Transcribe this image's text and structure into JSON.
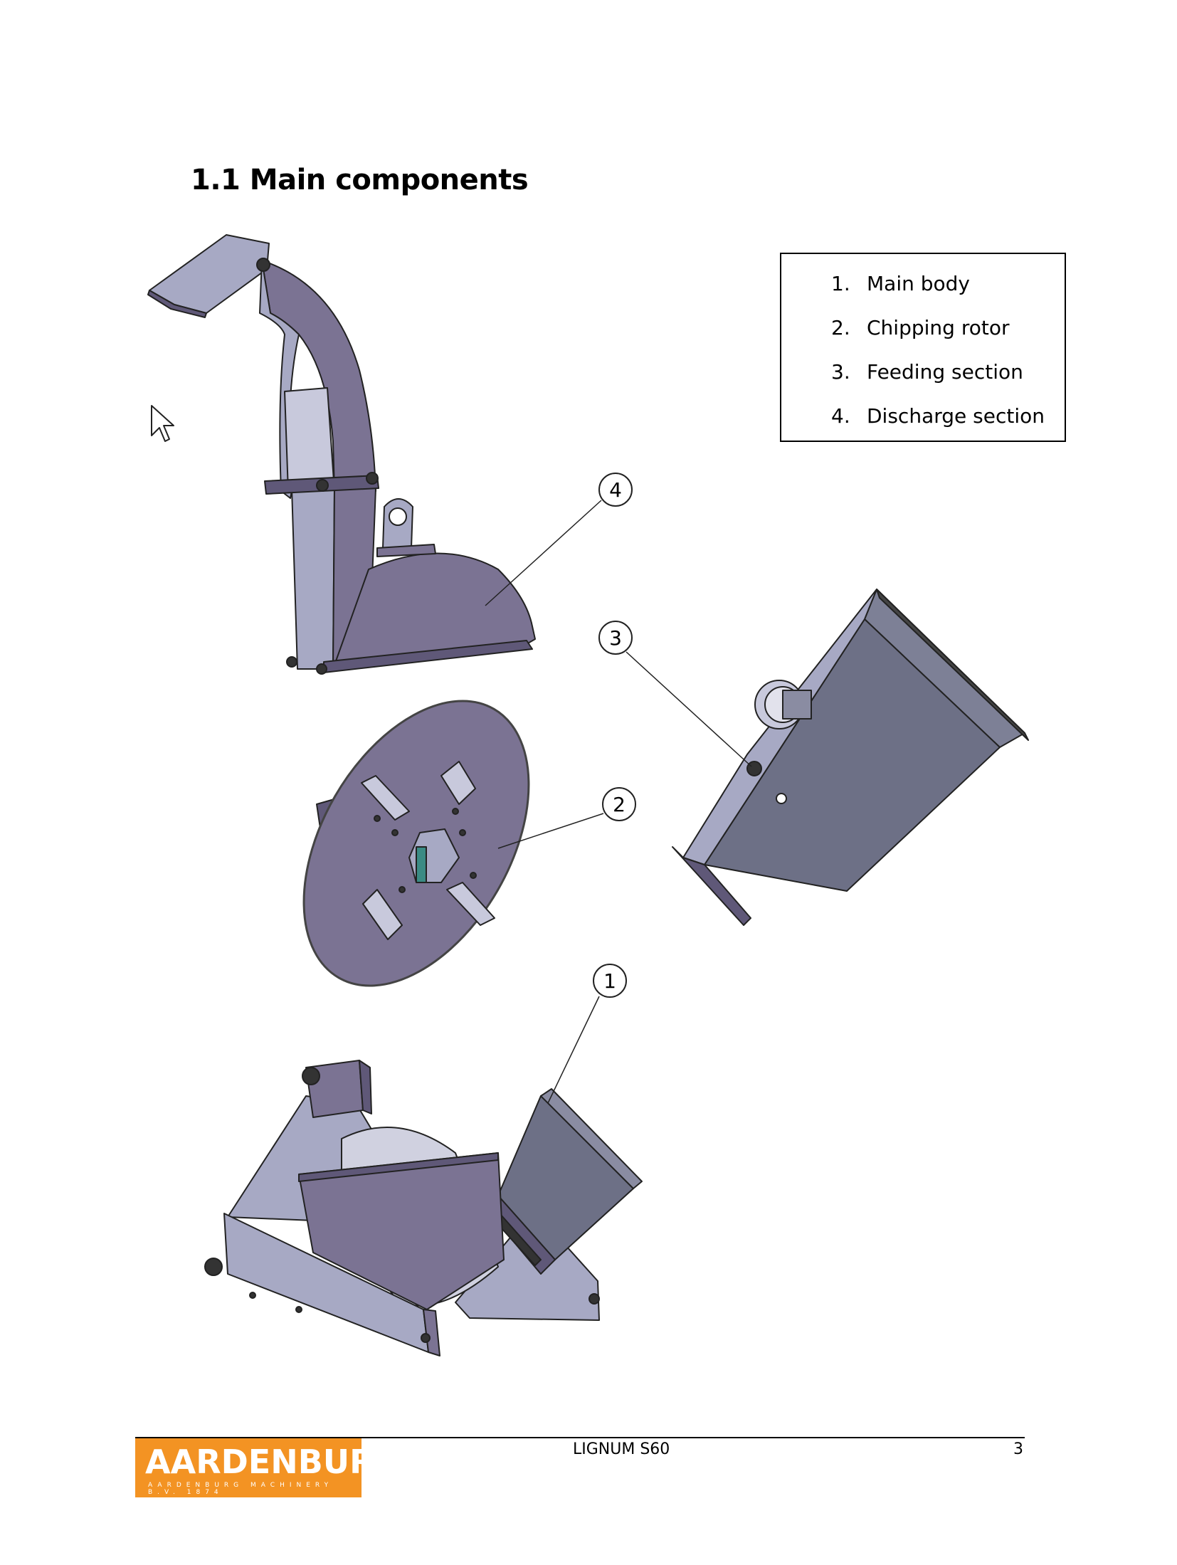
{
  "section": {
    "title": "1.1 Main components"
  },
  "legend": {
    "items": [
      {
        "num": "1.",
        "label": "Main body"
      },
      {
        "num": "2.",
        "label": "Chipping rotor"
      },
      {
        "num": "3.",
        "label": "Feeding section"
      },
      {
        "num": "4.",
        "label": "Discharge section"
      }
    ]
  },
  "callouts": [
    "4",
    "3",
    "2",
    "1"
  ],
  "footer": {
    "logo_text": "AARDENBURG",
    "logo_subtext": "AARDENBURG MACHINERY B.V. 1874",
    "center_text": "LIGNUM S60",
    "page_number": "3"
  },
  "colors": {
    "part_fill": "#7b7393",
    "part_dark": "#5f5878",
    "part_light": "#a7a9c4",
    "hopper_fill": "#6d7086",
    "logo_bg": "#f39323"
  }
}
